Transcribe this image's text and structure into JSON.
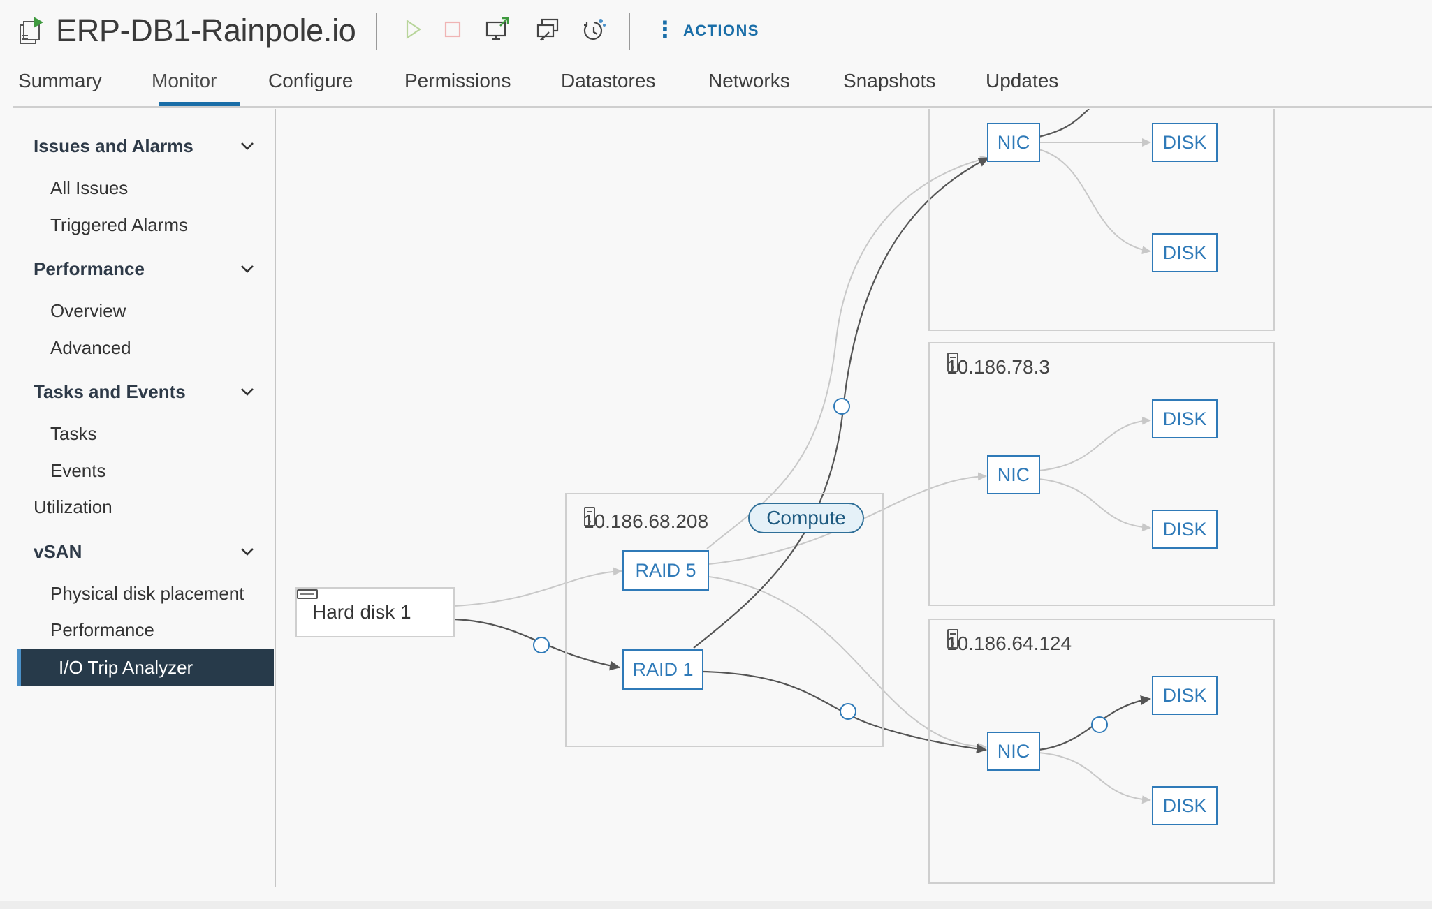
{
  "header": {
    "title": "ERP-DB1-Rainpole.io",
    "actions_label": "ACTIONS"
  },
  "toolbar": {
    "icons": [
      "power-on-icon",
      "power-off-icon",
      "launch-console-icon",
      "migrate-icon",
      "snapshot-icon"
    ]
  },
  "tabs": [
    {
      "label": "Summary"
    },
    {
      "label": "Monitor",
      "active": true
    },
    {
      "label": "Configure"
    },
    {
      "label": "Permissions"
    },
    {
      "label": "Datastores"
    },
    {
      "label": "Networks"
    },
    {
      "label": "Snapshots"
    },
    {
      "label": "Updates"
    }
  ],
  "sidebar": {
    "groups": [
      {
        "label": "Issues and Alarms",
        "children": [
          "All Issues",
          "Triggered Alarms"
        ]
      },
      {
        "label": "Performance",
        "children": [
          "Overview",
          "Advanced"
        ]
      },
      {
        "label": "Tasks and Events",
        "children": [
          "Tasks",
          "Events"
        ]
      },
      {
        "label": "Utilization"
      },
      {
        "label": "vSAN",
        "children": [
          "Physical disk placement",
          "Performance",
          "I/O Trip Analyzer"
        ]
      }
    ],
    "active_item": "I/O Trip Analyzer"
  },
  "diagram": {
    "hard_disk": "Hard disk 1",
    "compute_host": {
      "ip": "10.186.68.208",
      "badge": "Compute",
      "raids": [
        "RAID 5",
        "RAID 1"
      ]
    },
    "hosts": [
      {
        "ip": "",
        "nic": "NIC",
        "disks": [
          "DISK",
          "DISK"
        ]
      },
      {
        "ip": "10.186.78.3",
        "nic": "NIC",
        "disks": [
          "DISK",
          "DISK"
        ]
      },
      {
        "ip": "10.186.64.124",
        "nic": "NIC",
        "disks": [
          "DISK",
          "DISK"
        ]
      }
    ]
  },
  "colors": {
    "accent": "#1a6ea8",
    "node_border": "#2f7ab8",
    "active_bg": "#273a4a",
    "path_active": "#555555",
    "path_inactive": "#c8c8c8"
  }
}
